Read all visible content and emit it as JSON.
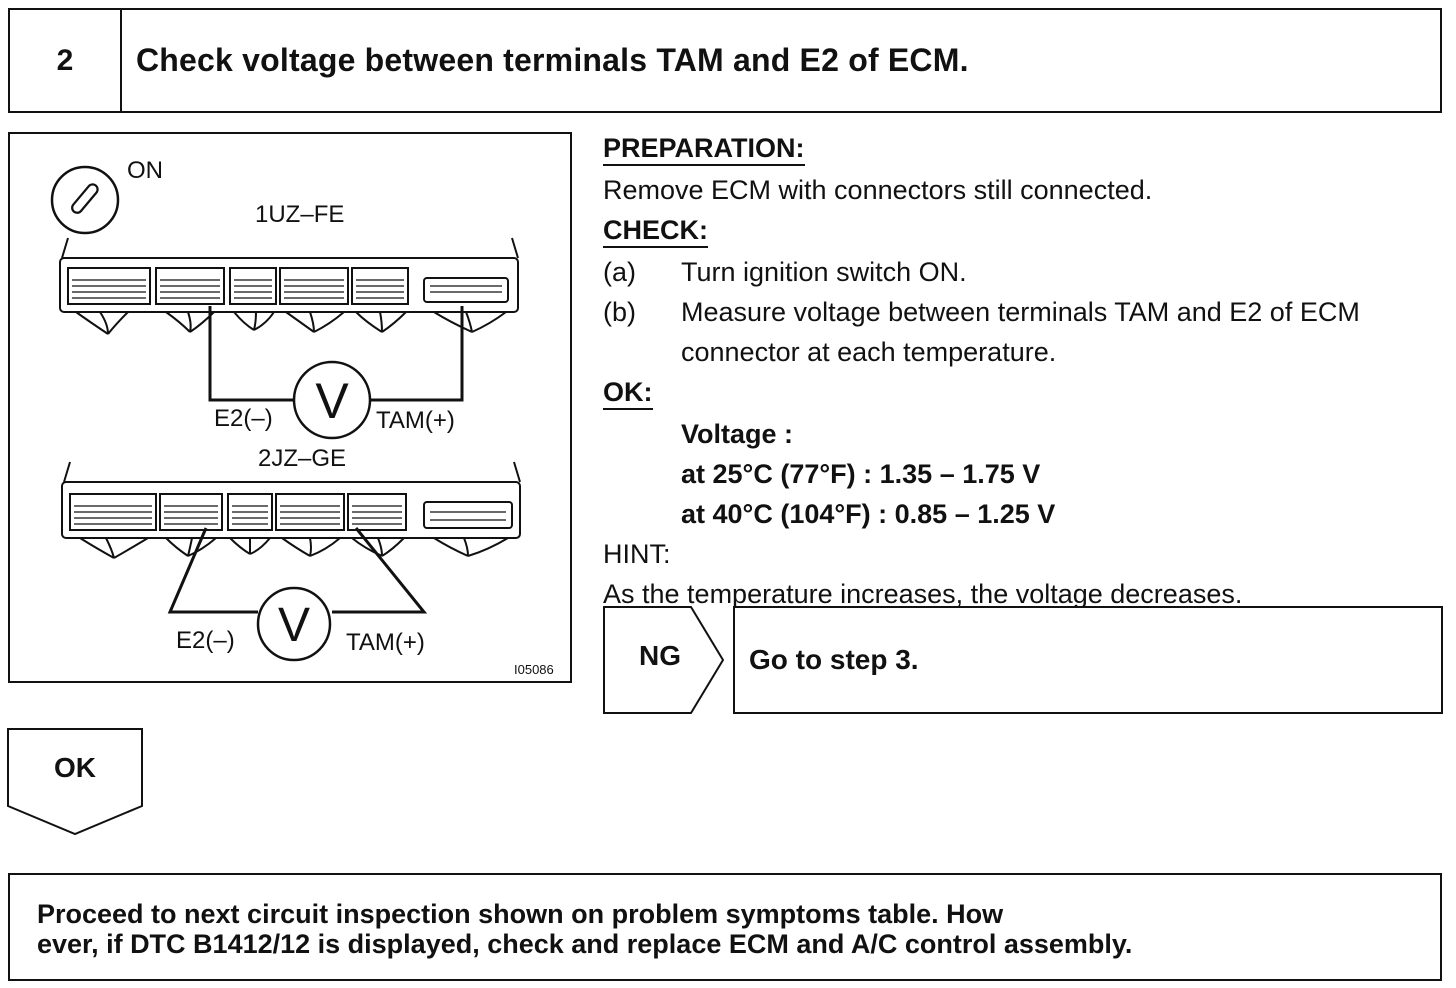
{
  "step": {
    "number": "2",
    "title": "Check voltage between terminals TAM and E2 of ECM."
  },
  "diagram": {
    "ignition_label": "ON",
    "engine_top": "1UZ–FE",
    "engine_bottom": "2JZ–GE",
    "meter_symbol": "V",
    "negative_probe": "E2(–)",
    "positive_probe": "TAM(+)",
    "figure_id": "I05086"
  },
  "instructions": {
    "preparation_heading": "PREPARATION:",
    "preparation_text": "Remove ECM with connectors still connected.",
    "check_heading": "CHECK:",
    "check_items": [
      {
        "marker": "(a)",
        "text": "Turn ignition switch ON."
      },
      {
        "marker": "(b)",
        "text": "Measure voltage between terminals TAM and E2 of ECM connector at each temperature."
      }
    ],
    "ok_heading": "OK:",
    "spec_title": "Voltage :",
    "spec_lines": [
      "at 25°C (77°F) : 1.35 – 1.75 V",
      "at 40°C (104°F) : 0.85 – 1.25 V"
    ],
    "hint_heading": "HINT:",
    "hint_text": "As the temperature increases, the voltage decreases."
  },
  "ng_branch": {
    "label": "NG",
    "result": "Go to step 3."
  },
  "ok_branch": {
    "label": "OK"
  },
  "final": {
    "text_line1": "Proceed to next circuit inspection shown on problem symptoms table. How",
    "text_line2": "ever, if DTC B1412/12 is displayed, check and replace ECM and A/C control assembly."
  }
}
